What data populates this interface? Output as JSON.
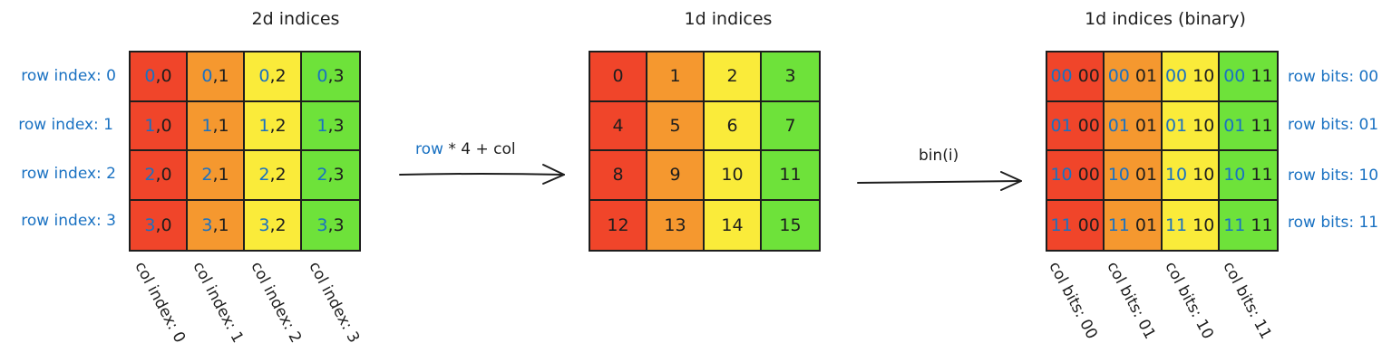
{
  "titles": {
    "t2d": "2d indices",
    "t1d": "1d indices",
    "tbin": "1d indices (binary)"
  },
  "arrow1": {
    "blue": "row",
    "rest": " * 4 + col"
  },
  "arrow2": {
    "label": "bin(i)"
  },
  "left": {
    "row_labels": [
      "row index: 0",
      "row index: 1",
      "row index: 2",
      "row index: 3"
    ],
    "col_labels": [
      "col index: 0",
      "col index: 1",
      "col index: 2",
      "col index: 3"
    ],
    "cells": [
      [
        {
          "r": "0",
          "c": "0"
        },
        {
          "r": "0",
          "c": "1"
        },
        {
          "r": "0",
          "c": "2"
        },
        {
          "r": "0",
          "c": "3"
        }
      ],
      [
        {
          "r": "1",
          "c": "0"
        },
        {
          "r": "1",
          "c": "1"
        },
        {
          "r": "1",
          "c": "2"
        },
        {
          "r": "1",
          "c": "3"
        }
      ],
      [
        {
          "r": "2",
          "c": "0"
        },
        {
          "r": "2",
          "c": "1"
        },
        {
          "r": "2",
          "c": "2"
        },
        {
          "r": "2",
          "c": "3"
        }
      ],
      [
        {
          "r": "3",
          "c": "0"
        },
        {
          "r": "3",
          "c": "1"
        },
        {
          "r": "3",
          "c": "2"
        },
        {
          "r": "3",
          "c": "3"
        }
      ]
    ]
  },
  "middle": {
    "cells": [
      [
        "0",
        "1",
        "2",
        "3"
      ],
      [
        "4",
        "5",
        "6",
        "7"
      ],
      [
        "8",
        "9",
        "10",
        "11"
      ],
      [
        "12",
        "13",
        "14",
        "15"
      ]
    ]
  },
  "right": {
    "row_labels": [
      "row bits: 00",
      "row bits: 01",
      "row bits: 10",
      "row bits: 11"
    ],
    "col_labels": [
      "col bits: 00",
      "col bits: 01",
      "col bits: 10",
      "col bits: 11"
    ],
    "cells": [
      [
        {
          "r": "00",
          "c": "00"
        },
        {
          "r": "00",
          "c": "01"
        },
        {
          "r": "00",
          "c": "10"
        },
        {
          "r": "00",
          "c": "11"
        }
      ],
      [
        {
          "r": "01",
          "c": "00"
        },
        {
          "r": "01",
          "c": "01"
        },
        {
          "r": "01",
          "c": "10"
        },
        {
          "r": "01",
          "c": "11"
        }
      ],
      [
        {
          "r": "10",
          "c": "00"
        },
        {
          "r": "10",
          "c": "01"
        },
        {
          "r": "10",
          "c": "10"
        },
        {
          "r": "10",
          "c": "11"
        }
      ],
      [
        {
          "r": "11",
          "c": "00"
        },
        {
          "r": "11",
          "c": "01"
        },
        {
          "r": "11",
          "c": "10"
        },
        {
          "r": "11",
          "c": "11"
        }
      ]
    ]
  },
  "colors": {
    "col0": "#f0452a",
    "col1": "#f5982f",
    "col2": "#faeb3a",
    "col3": "#6ee23a",
    "blue_text": "#1971c2",
    "stroke": "#1e1e1e"
  }
}
